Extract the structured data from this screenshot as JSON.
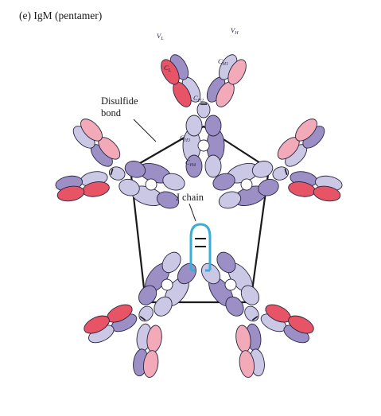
{
  "figure": {
    "title": "(e) IgM (pentamer)",
    "labels": {
      "disulfide_line1": "Disulfide",
      "disulfide_line2": "bond",
      "j_chain": "J chain"
    },
    "domain_labels": {
      "vl": "V",
      "vl_sub": "L",
      "cl": "C",
      "cl_sub": "L",
      "vh": "V",
      "vh_sub": "H",
      "ch1": "C",
      "ch1_sub": "H1",
      "ch2": "C",
      "ch2_sub": "H2",
      "ch3": "C",
      "ch3_sub": "H3",
      "ch4": "C",
      "ch4_sub": "H4"
    }
  },
  "colors": {
    "heavy_chain_light": "#cbc8e6",
    "heavy_chain_dark": "#9b8fc6",
    "light_chain_red": "#e65466",
    "light_chain_pink": "#f2aab8",
    "j_chain": "#3aaed8",
    "outline": "#2a2540",
    "disulfide": "#1a1a1a",
    "background": "#ffffff"
  }
}
